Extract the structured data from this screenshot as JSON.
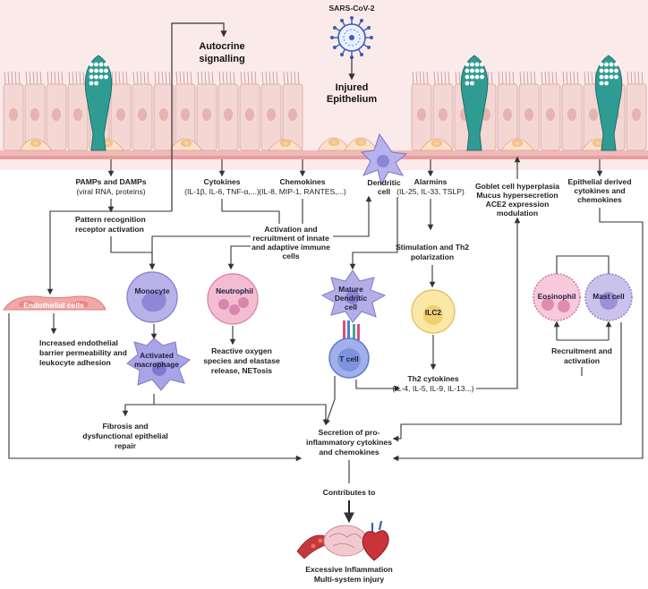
{
  "virus": {
    "name": "SARS-CoV-2"
  },
  "epithelium": {
    "injured_1": "Injured",
    "injured_2": "Epithelium",
    "autocrine_1": "Autocrine",
    "autocrine_2": "signalling"
  },
  "labels": {
    "pamps_1": "PAMPs and DAMPs",
    "pamps_2": "(viral RNA, proteins)",
    "cytokines_1": "Cytokines",
    "cytokines_2": "(IL-1β, IL-6, TNF-α,...)",
    "chemokines_1": "Chemokines",
    "chemokines_2": "(IL-8, MIP-1, RANTES,...)",
    "alarmins_1": "Alarmins",
    "alarmins_2": "(IL-25, IL-33, TSLP)",
    "goblet_1": "Goblet cell hyperplasia",
    "goblet_2": "Mucus hypersecretion",
    "goblet_3": "ACE2 expression",
    "goblet_4": "modulation",
    "epi_derived_1": "Epithelial derived",
    "epi_derived_2": "cytokines and",
    "epi_derived_3": "chemokines",
    "prr_1": "Pattern recognition",
    "prr_2": "receptor activation",
    "activation_1": "Activation and",
    "activation_2": "recruitment of innate",
    "activation_3": "and adaptive immune",
    "activation_4": "cells",
    "stim_1": "Stimulation and Th2",
    "stim_2": "polarization",
    "endo_effect_1": "Increased endothelial",
    "endo_effect_2": "barrier permeability and",
    "endo_effect_3": "leukocyte adhesion",
    "ros_1": "Reactive oxygen",
    "ros_2": "species and elastase",
    "ros_3": "release, NETosis",
    "th2_1": "Th2 cytokines",
    "th2_2": "(IL-4, IL-5, IL-9, IL-13...)",
    "recruit_1": "Recruitment and",
    "recruit_2": "activation",
    "fibrosis_1": "Fibrosis and",
    "fibrosis_2": "dysfunctional epithelial",
    "fibrosis_3": "repair",
    "secretion_1": "Secretion of pro-",
    "secretion_2": "inflammatory cytokines",
    "secretion_3": "and chemokines",
    "contributes": "Contributes to",
    "outcome_1": "Excessive Inflammation",
    "outcome_2": "Multi-system injury"
  },
  "cells": {
    "dendritic_1": "Dendritic",
    "dendritic_2": "cell",
    "endothelial": "Endothelial cells",
    "monocyte": "Monocyte",
    "neutrophil": "Neutrophil",
    "mature_dc_1": "Mature",
    "mature_dc_2": "Dendritic",
    "mature_dc_3": "cell",
    "ilc2": "ILC2",
    "eosinophil": "Eosinophil",
    "mast_cell": "Mast cell",
    "activated_mac_1": "Activated",
    "activated_mac_2": "macrophage",
    "t_cell": "T cell"
  },
  "colors": {
    "tissue_bg": "#fbe9ea",
    "epithelial_cell": "#f3d2d0",
    "goblet": "#2f9c93",
    "monocyte": "#b7b1e6",
    "neutrophil": "#f2b9d1",
    "ilc2": "#fbe9a8",
    "eosinophil": "#f6c7d9",
    "mast": "#c9c0ea",
    "arrow": "#333333"
  }
}
